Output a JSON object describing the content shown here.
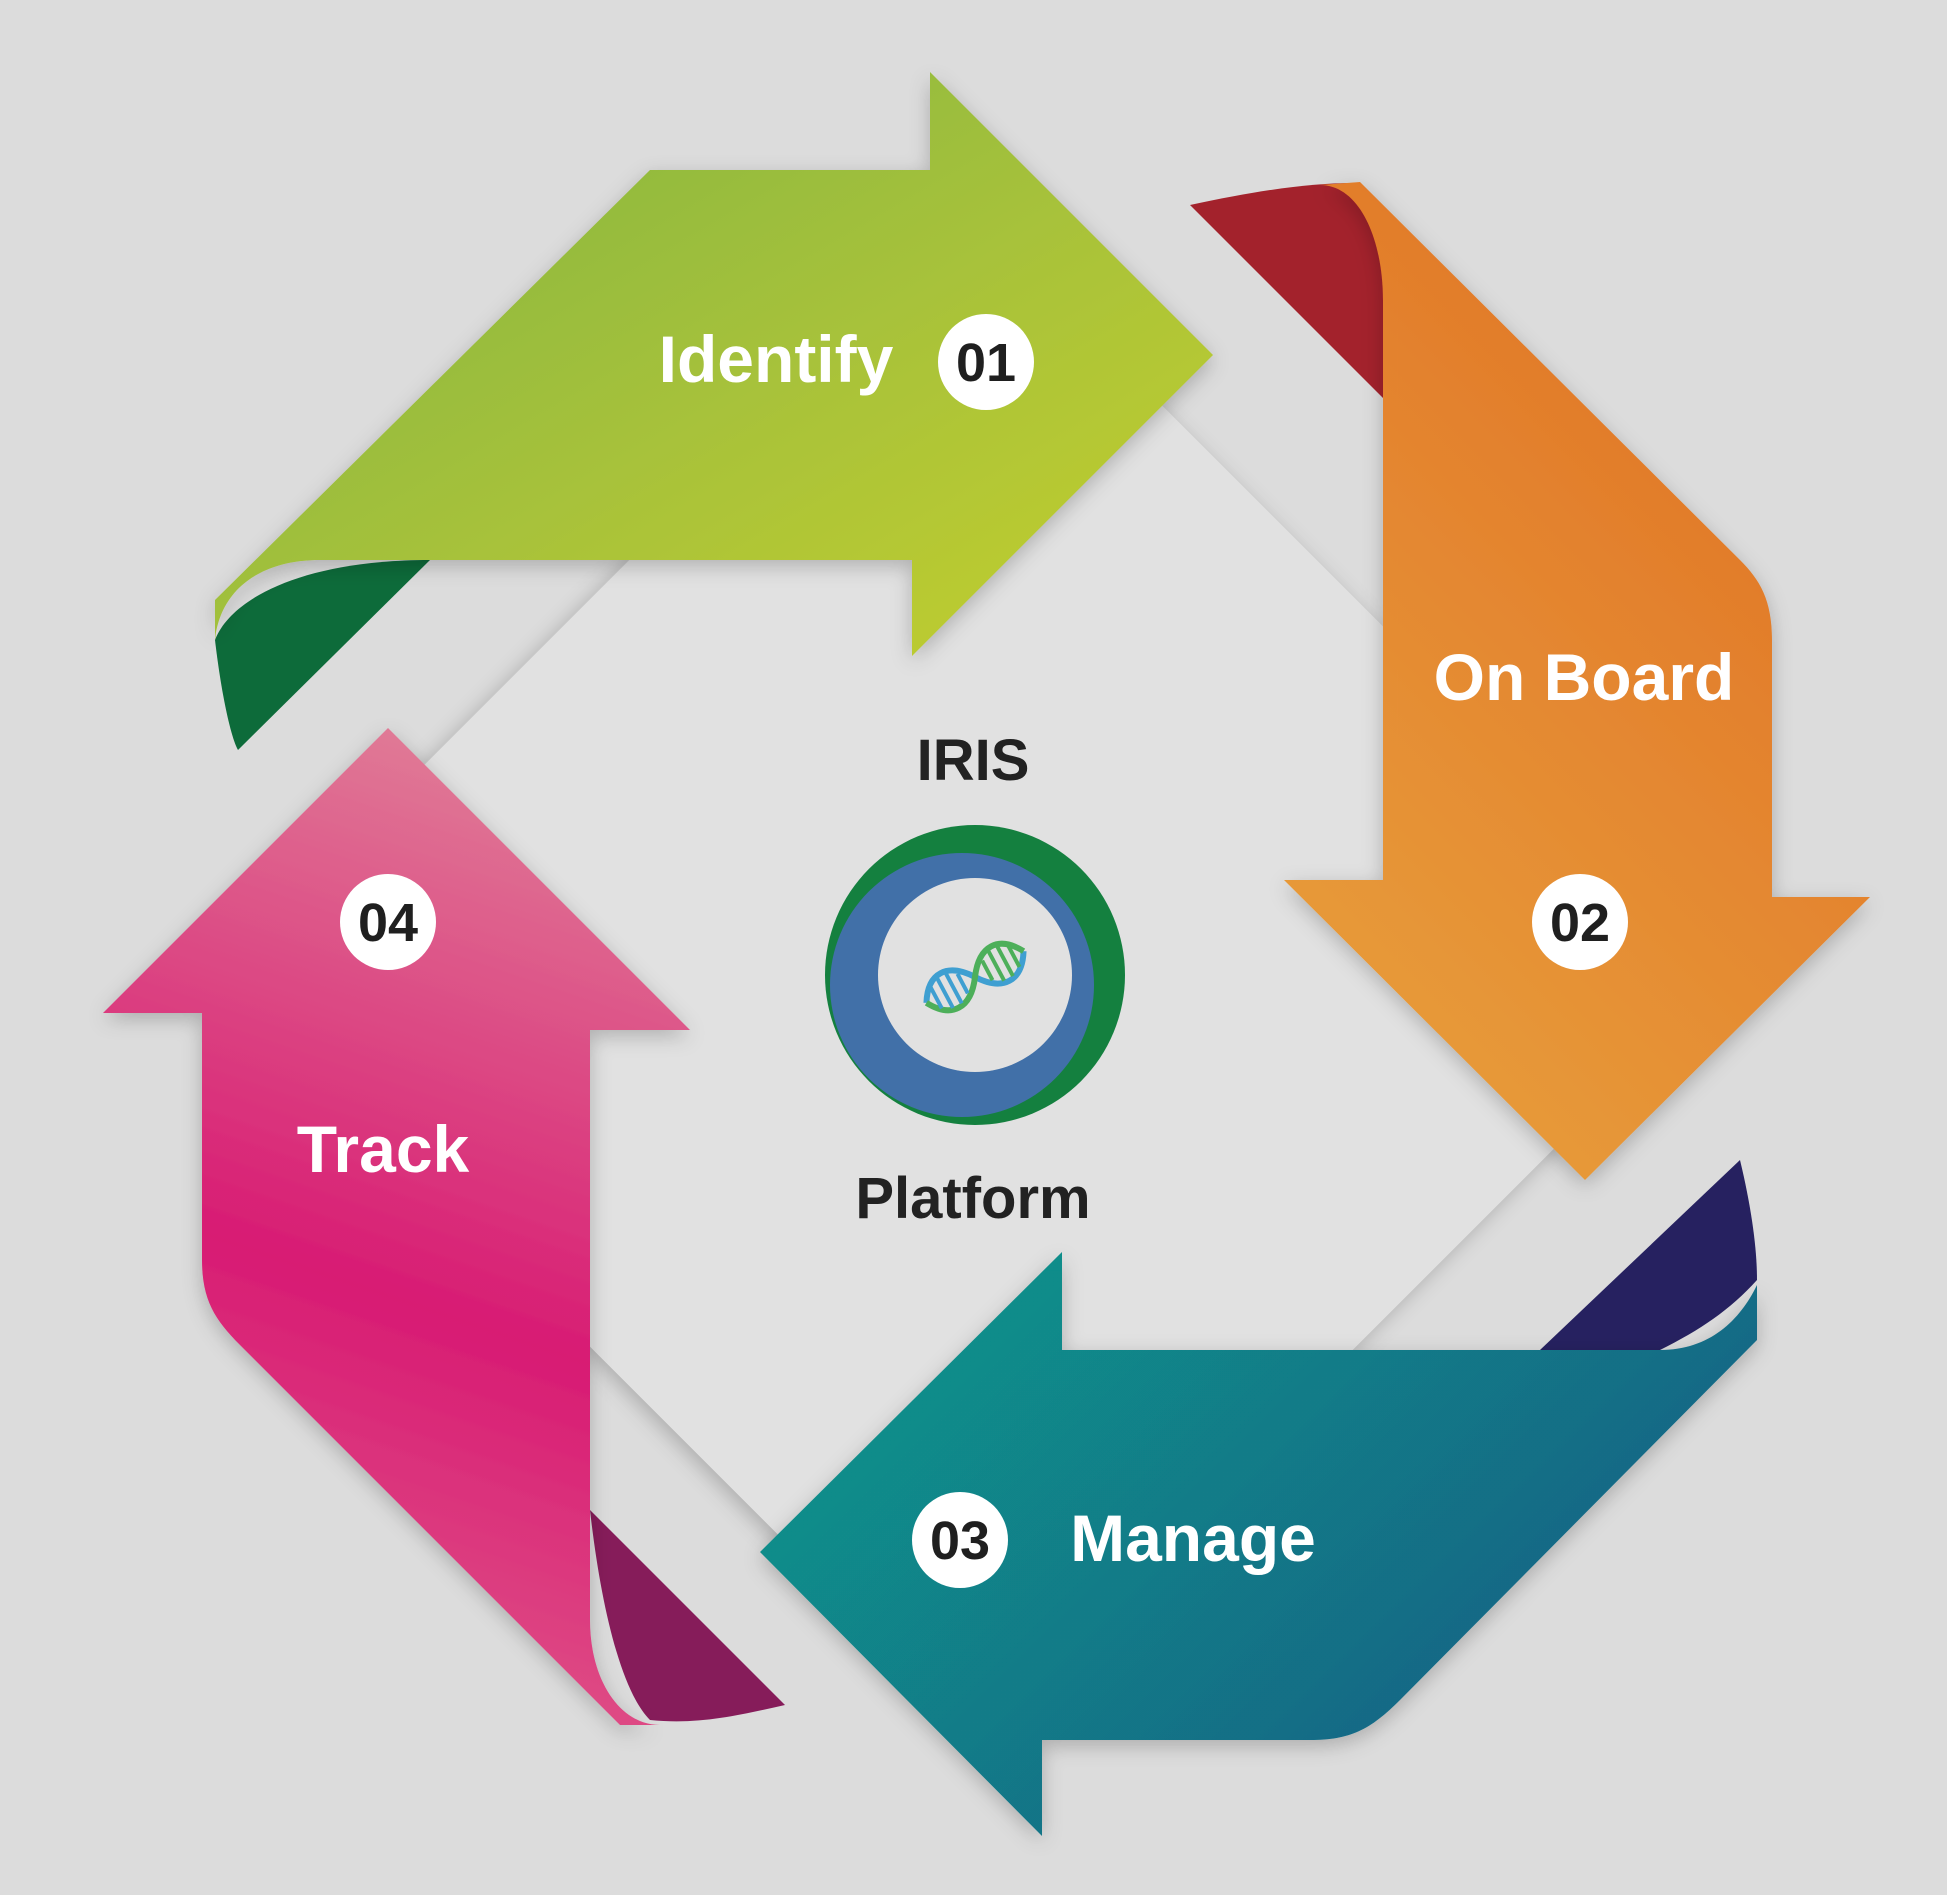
{
  "center": {
    "title": "IRIS",
    "subtitle": "Platform",
    "logo_icon": "dna-helix-icon"
  },
  "steps": [
    {
      "number": "01",
      "label": "Identify",
      "direction": "right",
      "colors": [
        "#7db342",
        "#c4cf2c"
      ],
      "fold_color": "#0d6b3a"
    },
    {
      "number": "02",
      "label": "On Board",
      "direction": "down",
      "colors": [
        "#e06f24",
        "#e89f3c"
      ],
      "fold_color": "#a3222c"
    },
    {
      "number": "03",
      "label": "Manage",
      "direction": "left",
      "colors": [
        "#119a8c",
        "#125f84"
      ],
      "fold_color": "#262160"
    },
    {
      "number": "04",
      "label": "Track",
      "direction": "up",
      "colors": [
        "#e07a96",
        "#d81b73"
      ],
      "fold_color": "#861c5a"
    }
  ],
  "colors": {
    "background": "#dcdcdc",
    "diamond": "#e1e1e1",
    "logo_outer_green": "#14803f",
    "logo_inner_blue": "#4170a8",
    "badge_fill": "#ffffff",
    "text_dark": "#222222"
  }
}
